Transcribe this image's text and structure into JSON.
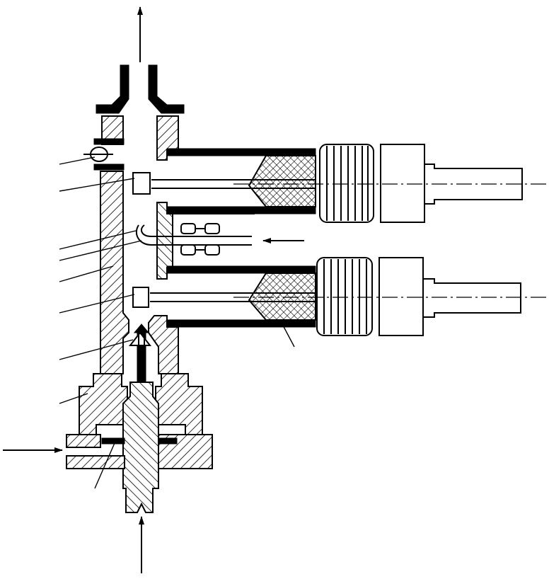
{
  "figure": {
    "kind": "mechanical cross-section drawing",
    "colors": {
      "ink": "#000000",
      "paper": "#ffffff"
    },
    "leader_count": 10,
    "flow_arrows": [
      "outlet-up",
      "gas-inlet-left",
      "sample-inlet-bottom",
      "side-inlet-right"
    ]
  }
}
